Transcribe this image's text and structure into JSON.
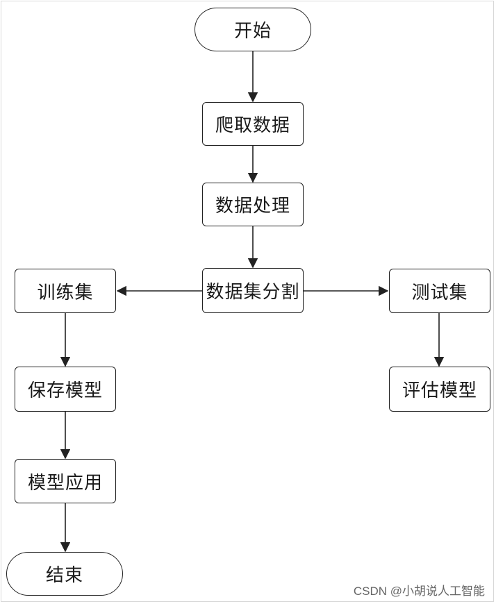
{
  "flowchart": {
    "start": "开始",
    "crawl": "爬取数据",
    "process": "数据处理",
    "split": "数据集分割",
    "train_set": "训练集",
    "test_set": "测试集",
    "save_model": "保存模型",
    "evaluate_model": "评估模型",
    "apply_model": "模型应用",
    "end": "结束"
  },
  "watermark": "CSDN @小胡说人工智能"
}
